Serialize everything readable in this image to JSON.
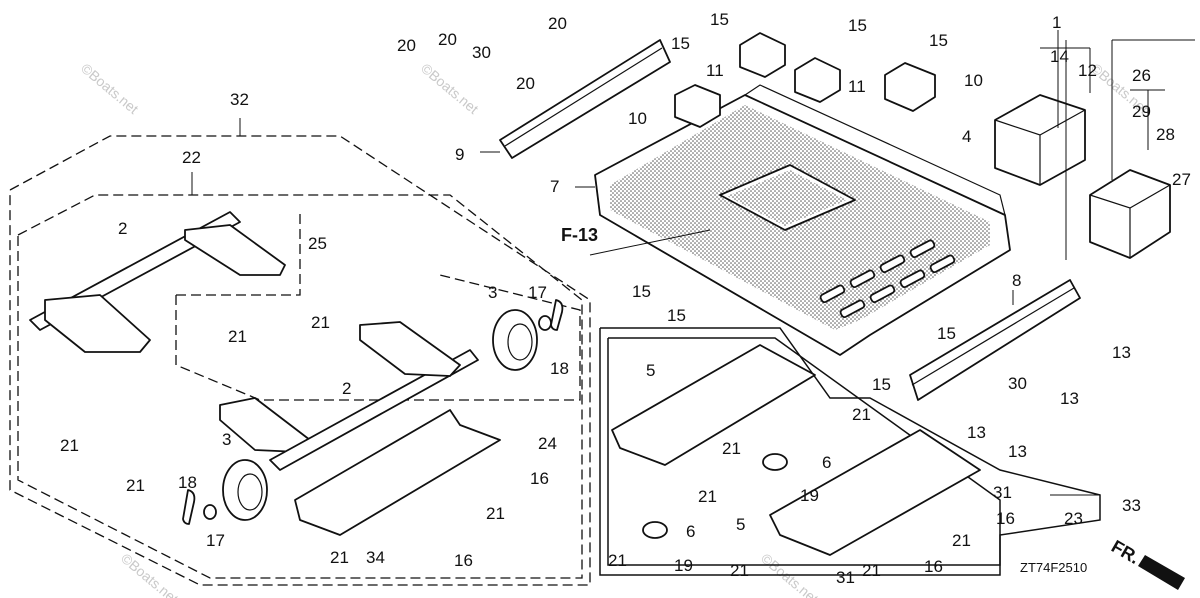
{
  "diagram": {
    "reference": "F-13",
    "code": "ZT74F2510",
    "front_indicator": "FR.",
    "watermark": "©Boats.net",
    "callouts": {
      "c1": "1",
      "c2a": "2",
      "c2b": "2",
      "c3a": "3",
      "c3b": "3",
      "c4": "4",
      "c5a": "5",
      "c5b": "5",
      "c6a": "6",
      "c6b": "6",
      "c7": "7",
      "c8": "8",
      "c9": "9",
      "c10a": "10",
      "c10b": "10",
      "c11a": "11",
      "c11b": "11",
      "c12": "12",
      "c13a": "13",
      "c13b": "13",
      "c13c": "13",
      "c13d": "13",
      "c14": "14",
      "c15a": "15",
      "c15b": "15",
      "c15c": "15",
      "c15d": "15",
      "c15e": "15",
      "c15f": "15",
      "c15g": "15",
      "c15h": "15",
      "c16a": "16",
      "c16b": "16",
      "c16c": "16",
      "c16d": "16",
      "c17a": "17",
      "c17b": "17",
      "c18a": "18",
      "c18b": "18",
      "c19a": "19",
      "c19b": "19",
      "c20a": "20",
      "c20b": "20",
      "c20c": "20",
      "c20d": "20",
      "c21a": "21",
      "c21b": "21",
      "c21c": "21",
      "c21d": "21",
      "c21e": "21",
      "c21f": "21",
      "c21g": "21",
      "c21h": "21",
      "c21i": "21",
      "c21j": "21",
      "c21k": "21",
      "c21l": "21",
      "c21m": "21",
      "c22": "22",
      "c23": "23",
      "c24": "24",
      "c25": "25",
      "c26": "26",
      "c27": "27",
      "c28": "28",
      "c29": "29",
      "c30a": "30",
      "c30b": "30",
      "c31a": "31",
      "c31b": "31",
      "c32": "32",
      "c33": "33",
      "c34": "34"
    }
  }
}
